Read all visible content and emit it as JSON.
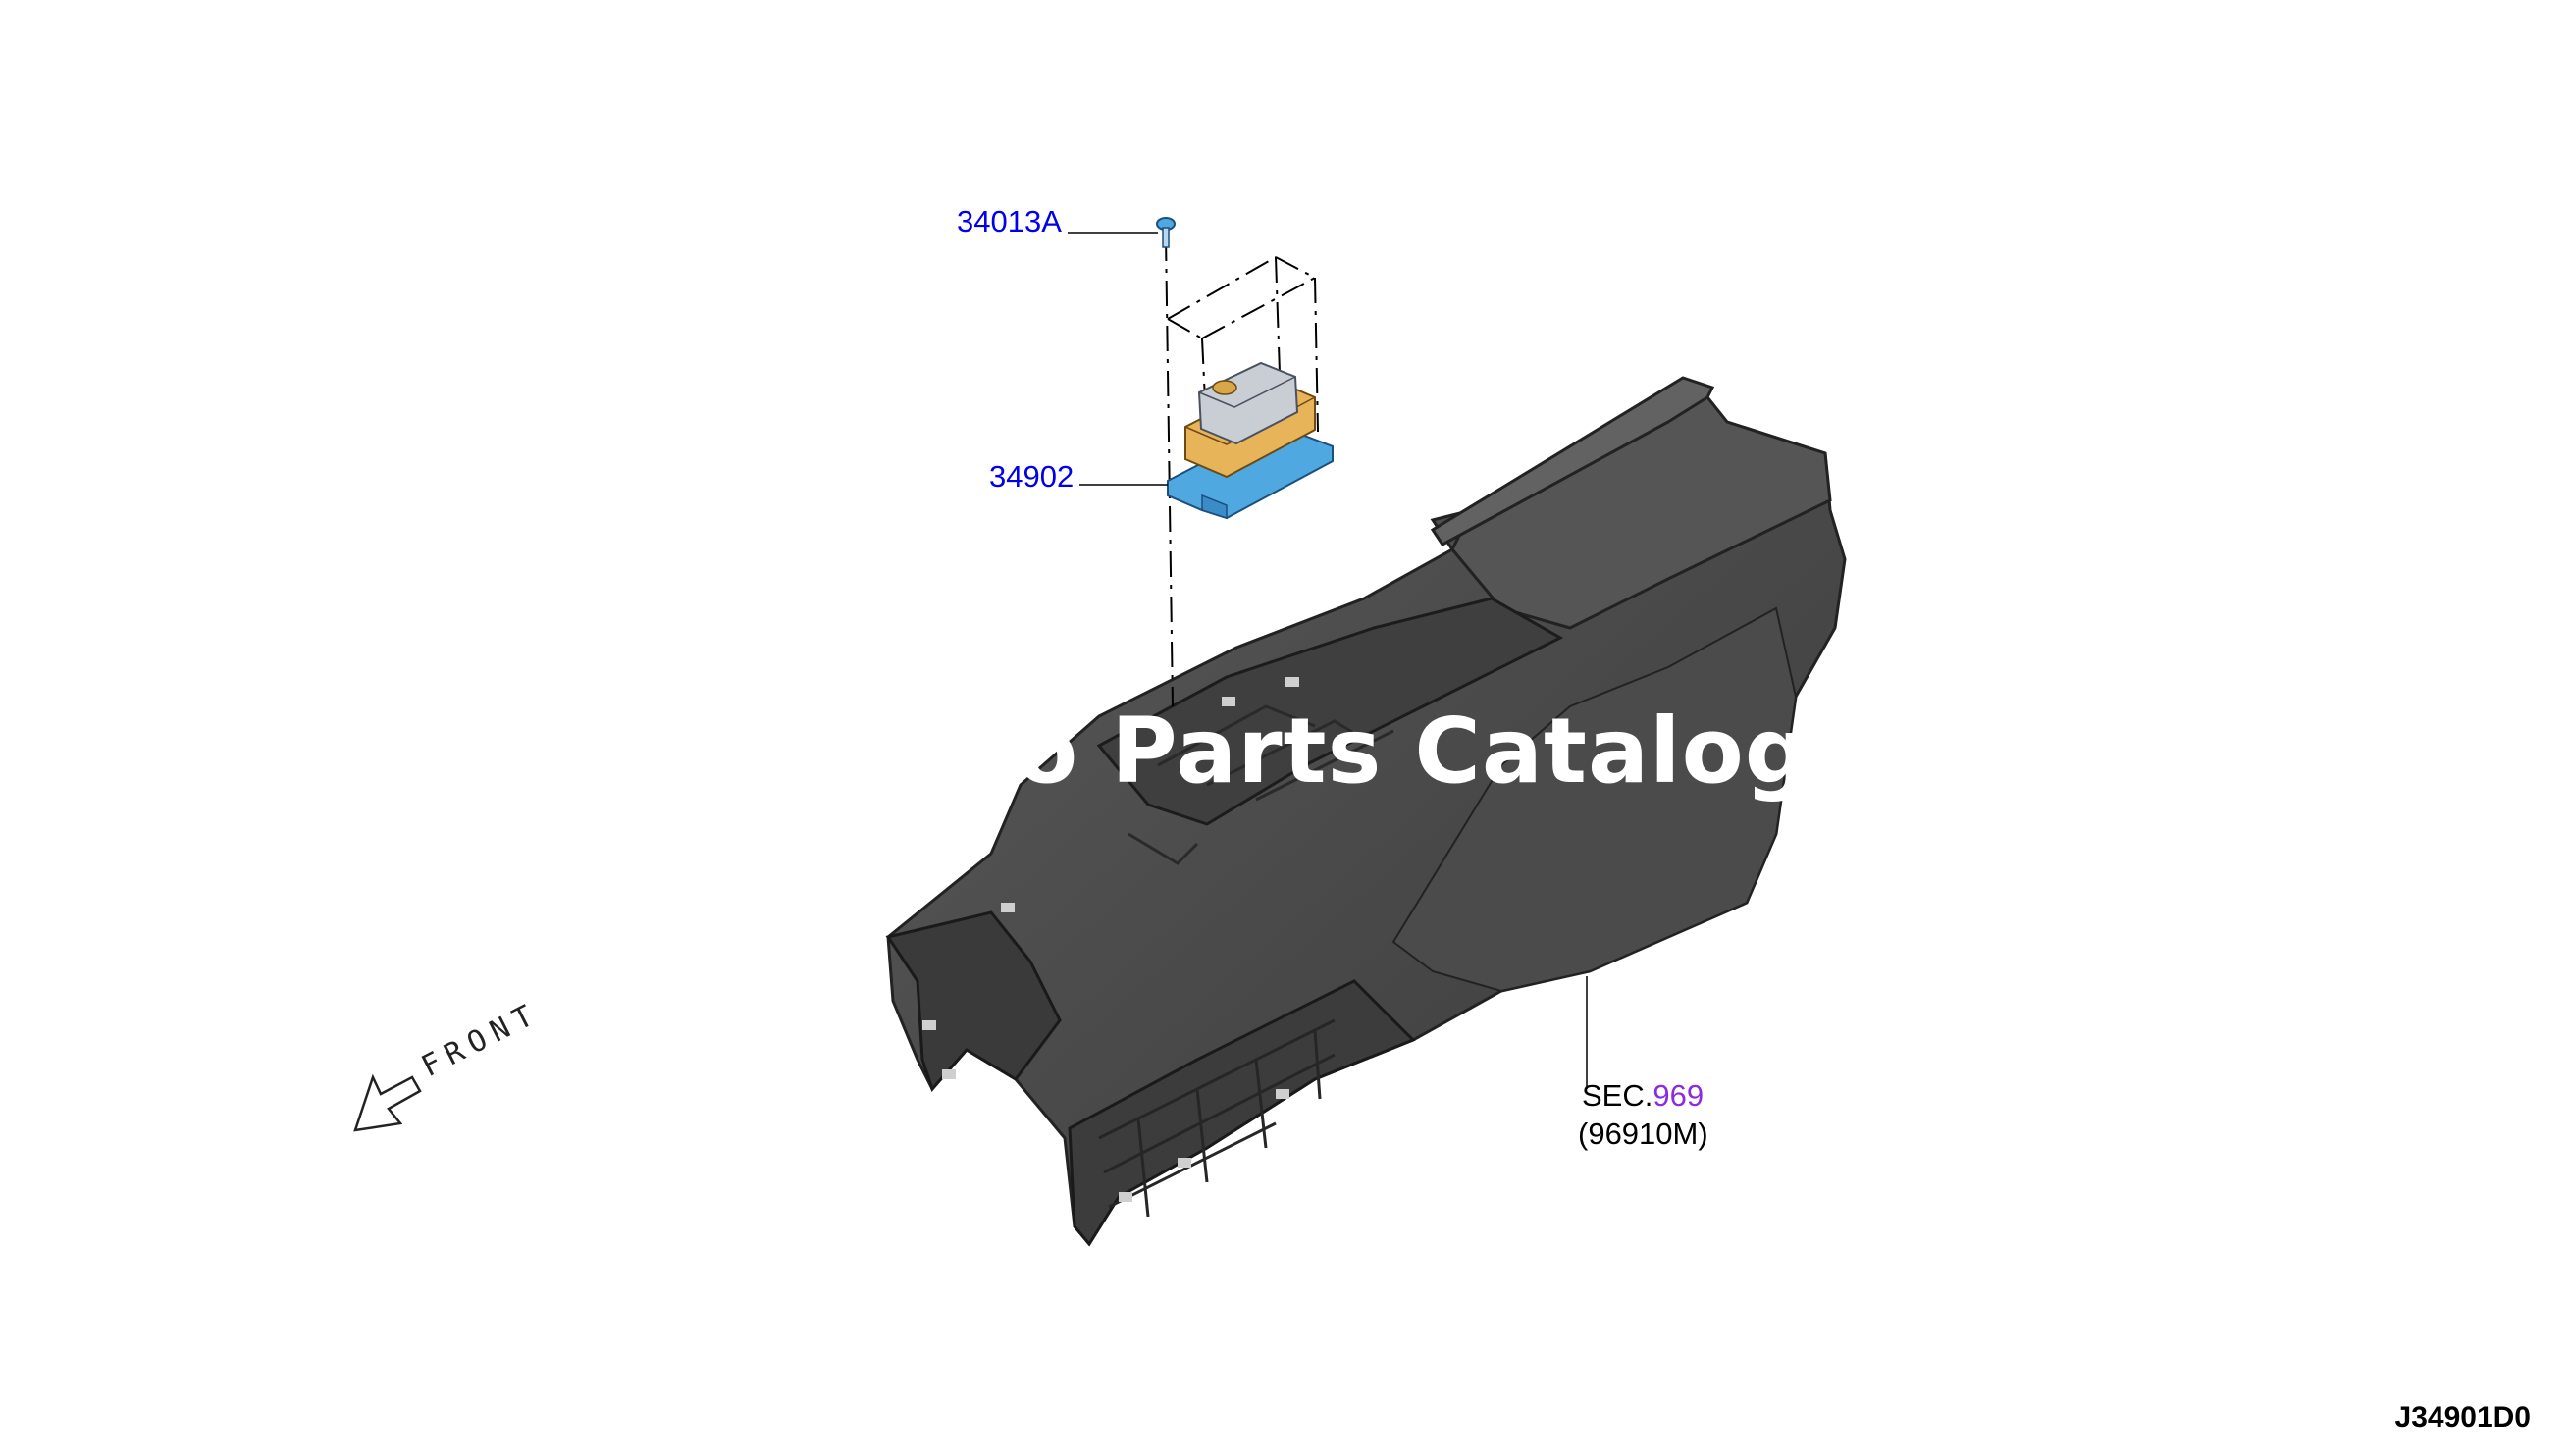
{
  "callouts": {
    "bolt": "34013A",
    "module": "34902"
  },
  "section_ref": {
    "prefix": "SEC.",
    "number": "969",
    "part": "(96910M)"
  },
  "front_label": "FRONT",
  "watermark": "to Parts Catalog P",
  "diagram_code": "J34901D0",
  "colors": {
    "part_link": "#0000ee",
    "section_link": "#8a2be2",
    "console_body": "#4a4a4a",
    "module_base": "#4fa9e0",
    "module_mid": "#e8b45a",
    "module_top": "#c9ced4"
  },
  "icons": {
    "front_direction": "arrow-front-icon"
  }
}
